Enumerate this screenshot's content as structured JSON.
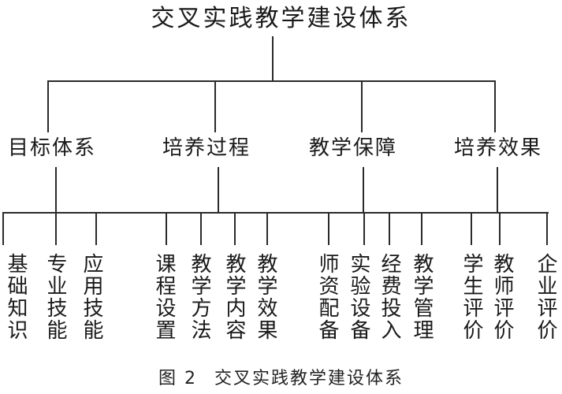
{
  "diagram": {
    "title": "交叉实践教学建设体系",
    "categories": [
      {
        "label": "目标体系",
        "children": [
          "基础知识",
          "专业技能",
          "应用技能"
        ]
      },
      {
        "label": "培养过程",
        "children": [
          "课程设置",
          "教学方法",
          "教学内容",
          "教学效果"
        ]
      },
      {
        "label": "教学保障",
        "children": [
          "师资配备",
          "实验设备",
          "经费投入",
          "教学管理"
        ]
      },
      {
        "label": "培养效果",
        "children": [
          "学生评价",
          "教师评价",
          "企业评价"
        ]
      }
    ]
  },
  "caption": {
    "figure_label": "图 2",
    "text": "交叉实践教学建设体系"
  },
  "colors": {
    "line": "#2a2a2a",
    "text": "#1a1a1a",
    "background": "#ffffff"
  }
}
